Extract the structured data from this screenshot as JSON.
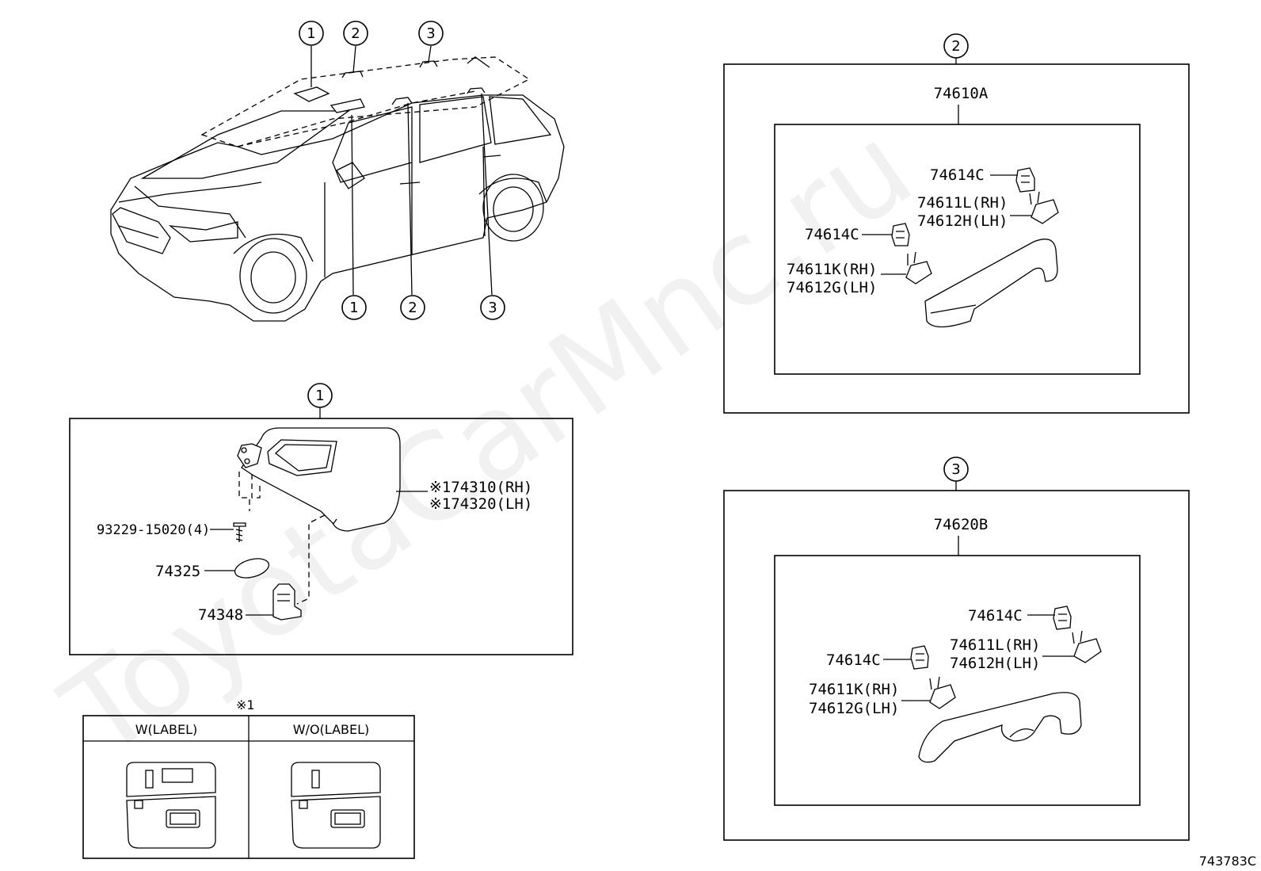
{
  "watermark": "ToyotaCarMnc.ru",
  "diagram_code": "743783C",
  "overview": {
    "top_callouts": [
      "1",
      "2",
      "3"
    ],
    "bottom_callouts": [
      "1",
      "2",
      "3"
    ]
  },
  "sun_visor_panel": {
    "callout": "1",
    "labels": {
      "visor_rh": "※174310(RH)",
      "visor_lh": "※174320(LH)",
      "screw": "93229-15020(4)",
      "cap": "74325",
      "holder": "74348"
    }
  },
  "note_table": {
    "mark": "※1",
    "columns": [
      "W(LABEL)",
      "W/O(LABEL)"
    ]
  },
  "grip_panel_2": {
    "callout": "2",
    "assembly": "74610A",
    "labels": {
      "clip_upper": "74614C",
      "cover_l_rh": "74611L(RH)",
      "cover_h_lh": "74612H(LH)",
      "clip_lower": "74614C",
      "cover_k_rh": "74611K(RH)",
      "cover_g_lh": "74612G(LH)"
    }
  },
  "grip_panel_3": {
    "callout": "3",
    "assembly": "74620B",
    "labels": {
      "clip_upper": "74614C",
      "cover_l_rh": "74611L(RH)",
      "cover_h_lh": "74612H(LH)",
      "clip_lower": "74614C",
      "cover_k_rh": "74611K(RH)",
      "cover_g_lh": "74612G(LH)"
    }
  }
}
